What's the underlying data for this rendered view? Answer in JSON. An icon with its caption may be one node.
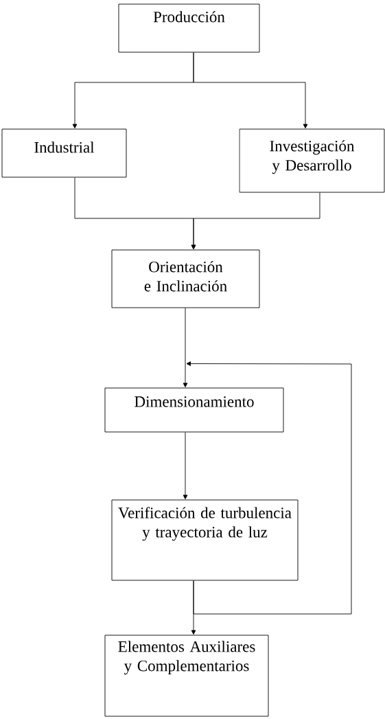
{
  "diagram": {
    "nodes": [
      {
        "text": [
          "Producción"
        ]
      },
      {
        "text": [
          "Industrial"
        ]
      },
      {
        "text": [
          "Investigación y Desarrollo"
        ]
      },
      {
        "text": [
          "Orientación e Inclinación"
        ]
      },
      {
        "text": [
          "Dimensionamiento"
        ]
      },
      {
        "text": [
          "Verificación de turbulencia y trayectoria de luz"
        ]
      },
      {
        "text": [
          "Elementos Auxiliares y Complementarios"
        ]
      }
    ],
    "edges": [
      {
        "from": 0,
        "to": 1,
        "arrow": "to"
      },
      {
        "from": 0,
        "to": 2,
        "arrow": "to"
      },
      {
        "from": 1,
        "to": 3,
        "arrow": "to"
      },
      {
        "from": 2,
        "to": 3,
        "arrow": "to"
      },
      {
        "from": 3,
        "to": 4,
        "arrow": "to"
      },
      {
        "from": 4,
        "to": 5,
        "arrow": "to"
      },
      {
        "from": 5,
        "to": 6,
        "arrow": "to"
      },
      {
        "from": 5,
        "to": 4,
        "arrow": "to"
      }
    ]
  }
}
